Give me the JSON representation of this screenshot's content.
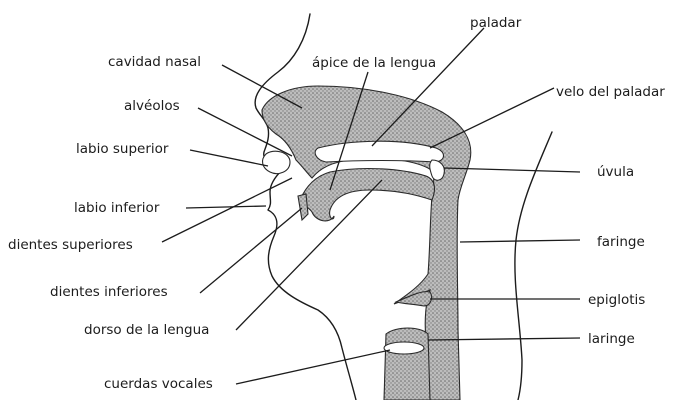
{
  "labels": {
    "cavidad_nasal": "cavidad nasal",
    "apice_lengua": "ápice de la lengua",
    "paladar": "paladar",
    "velo_paladar": "velo del paladar",
    "alveolos": "alvéolos",
    "labio_superior": "labio superior",
    "uvula": "úvula",
    "labio_inferior": "labio inferior",
    "dientes_superiores": "dientes superiores",
    "faringe": "faringe",
    "dientes_inferiores": "dientes inferiores",
    "epiglotis": "epiglotis",
    "dorso_lengua": "dorso de la lengua",
    "laringe": "laringe",
    "cuerdas_vocales": "cuerdas vocales"
  },
  "colors": {
    "ink": "#1c1c1c",
    "shading": "#9a9a9a",
    "background": "#ffffff"
  }
}
